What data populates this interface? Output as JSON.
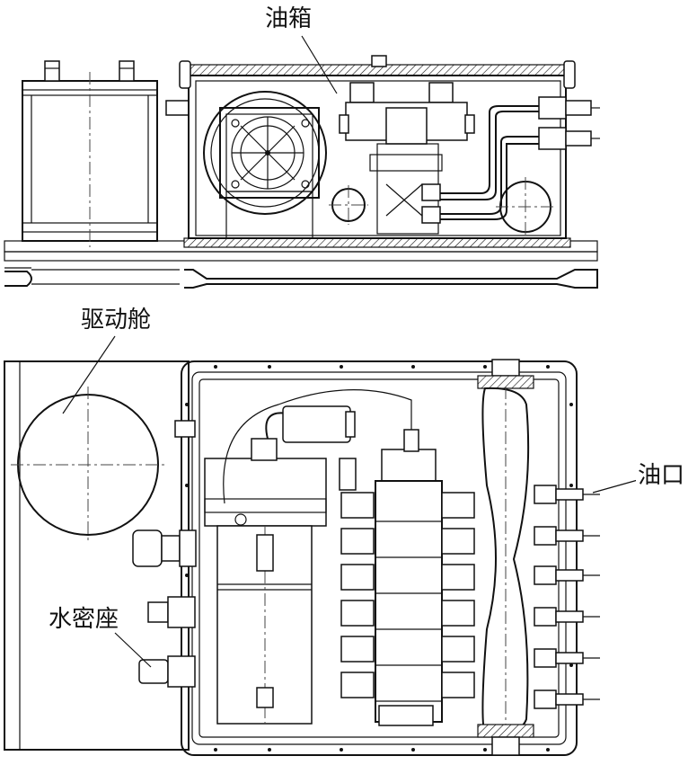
{
  "labels": {
    "oil_tank": "油箱",
    "drive_cabin": "驱动舱",
    "oil_port": "油口",
    "watertight_seat": "水密座"
  },
  "colors": {
    "line": "#111111",
    "background": "#ffffff"
  }
}
